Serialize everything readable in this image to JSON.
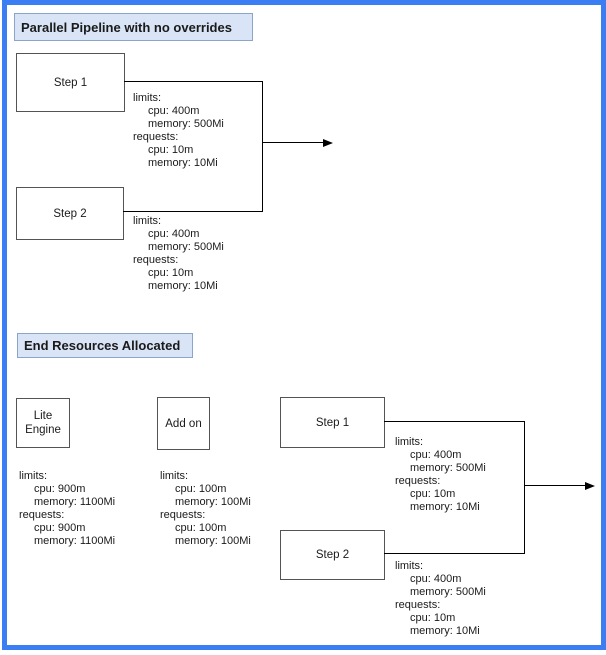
{
  "colors": {
    "frame-border": "#3b7df2",
    "title-fill": "#d9e5f6",
    "title-stroke": "#8aa5c8",
    "node-stroke": "#545454",
    "connector": "#000000",
    "text": "#1a1a1a",
    "bg": "#ffffff"
  },
  "section1": {
    "title": "Parallel Pipeline with no overrides",
    "step1": {
      "label": "Step 1"
    },
    "step2": {
      "label": "Step 2"
    },
    "step1_resources": [
      "limits:",
      "cpu: 400m",
      "memory: 500Mi",
      "requests:",
      "cpu: 10m",
      "memory: 10Mi"
    ],
    "step2_resources": [
      "limits:",
      "cpu: 400m",
      "memory: 500Mi",
      "requests:",
      "cpu: 10m",
      "memory: 10Mi"
    ]
  },
  "section2": {
    "title": "End Resources Allocated",
    "lite_engine": {
      "line1": "Lite",
      "line2": "Engine"
    },
    "addon": {
      "label": "Add on"
    },
    "step1": {
      "label": "Step 1"
    },
    "step2": {
      "label": "Step 2"
    },
    "lite_engine_resources": [
      "limits:",
      "cpu: 900m",
      "memory: 1100Mi",
      "requests:",
      "cpu: 900m",
      "memory: 1100Mi"
    ],
    "addon_resources": [
      "limits:",
      "cpu: 100m",
      "memory: 100Mi",
      "requests:",
      "cpu: 100m",
      "memory: 100Mi"
    ],
    "step1_resources": [
      "limits:",
      "cpu: 400m",
      "memory: 500Mi",
      "requests:",
      "cpu: 10m",
      "memory: 10Mi"
    ],
    "step2_resources": [
      "limits:",
      "cpu: 400m",
      "memory: 500Mi",
      "requests:",
      "cpu: 10m",
      "memory: 10Mi"
    ]
  }
}
